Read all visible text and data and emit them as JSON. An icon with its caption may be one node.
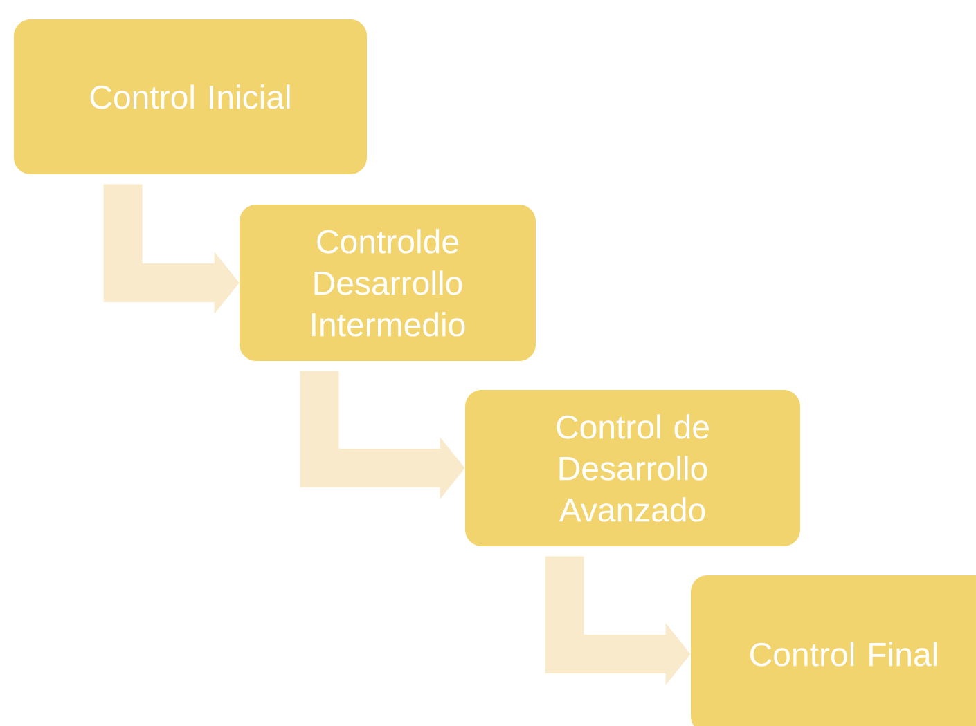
{
  "diagram": {
    "nodes": [
      {
        "text": [
          "Control Inicial"
        ]
      },
      {
        "text": [
          "Controlde Desarrollo Intermedio"
        ]
      },
      {
        "text": [
          "Control de Desarrollo Avanzado"
        ]
      },
      {
        "text": [
          "Control Final"
        ]
      }
    ],
    "edges": [
      {
        "from": 0,
        "to": 1,
        "arrow": "to"
      },
      {
        "from": 1,
        "to": 2,
        "arrow": "to"
      },
      {
        "from": 2,
        "to": 3,
        "arrow": "to"
      }
    ]
  }
}
